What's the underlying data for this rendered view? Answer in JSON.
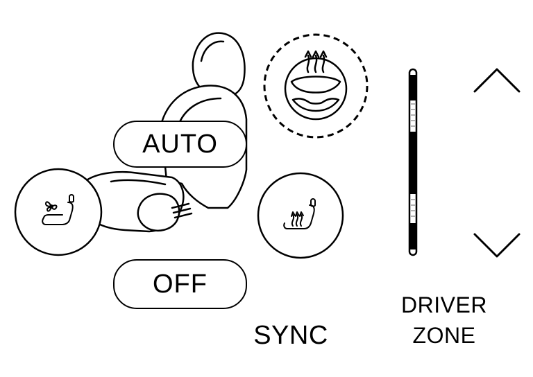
{
  "buttons": {
    "auto_label": "AUTO",
    "off_label": "OFF"
  },
  "labels": {
    "sync": "SYNC",
    "driver_zone_line1": "DRIVER",
    "driver_zone_line2": "ZONE"
  },
  "icons": {
    "seat_cooling": "seat-fan-icon",
    "seat_heating": "seat-heat-icon",
    "steering_heat": "heated-steering-wheel-icon",
    "temp_up": "chevron-up-icon",
    "temp_down": "chevron-down-icon"
  },
  "colors": {
    "line": "#000000",
    "background": "#ffffff"
  }
}
